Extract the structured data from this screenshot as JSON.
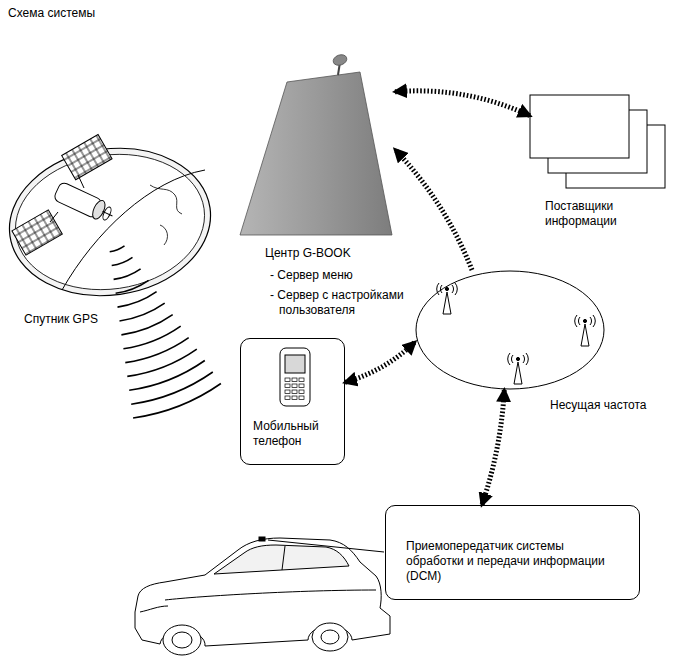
{
  "diagram": {
    "title": "Схема системы",
    "nodes": [
      {
        "text": [
          "Центр G-BOOK",
          "- Сервер меню",
          "- Сервер с настройками пользователя"
        ]
      },
      {
        "text": [
          "Поставщики информации"
        ]
      },
      {
        "text": [
          "Спутник GPS"
        ]
      },
      {
        "text": [
          "Мобильный телефон"
        ]
      },
      {
        "text": [
          "Несущая частота"
        ]
      },
      {
        "text": [
          "Приемопередатчик системы обработки и передачи информации (DCM)"
        ]
      }
    ],
    "edges": [
      {
        "from": 0,
        "to": 1,
        "arrow": "both"
      },
      {
        "from": 4,
        "to": 0,
        "arrow": "to"
      },
      {
        "from": 3,
        "to": 4,
        "arrow": "both"
      },
      {
        "from": 4,
        "to": 5,
        "arrow": "both"
      }
    ]
  }
}
